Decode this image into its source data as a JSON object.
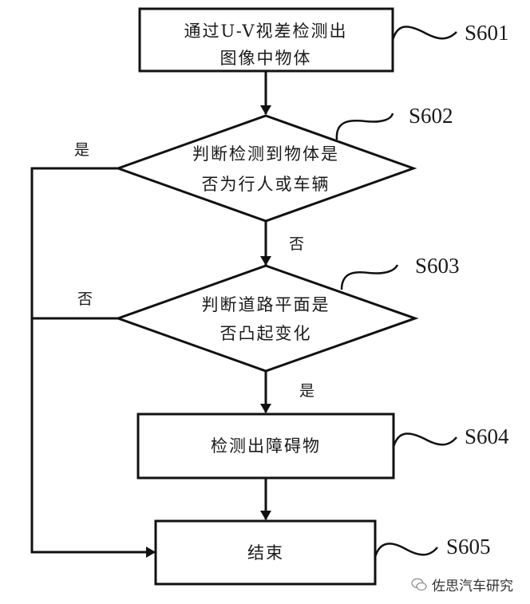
{
  "diagram": {
    "type": "flowchart",
    "nodes": [
      {
        "id": "S601",
        "shape": "process",
        "lines": [
          "通过U-V视差检测出",
          "图像中物体"
        ],
        "step_label": "S601"
      },
      {
        "id": "S602",
        "shape": "decision",
        "lines": [
          "判断检测到物体是",
          "否为行人或车辆"
        ],
        "step_label": "S602"
      },
      {
        "id": "S603",
        "shape": "decision",
        "lines": [
          "判断道路平面是",
          "否凸起变化"
        ],
        "step_label": "S603"
      },
      {
        "id": "S604",
        "shape": "process",
        "lines": [
          "检测出障碍物"
        ],
        "step_label": "S604"
      },
      {
        "id": "S605",
        "shape": "process",
        "lines": [
          "结束"
        ],
        "step_label": "S605"
      }
    ],
    "edges": [
      {
        "from": "S601",
        "to": "S602",
        "label": ""
      },
      {
        "from": "S602",
        "to": "S603",
        "label": "否"
      },
      {
        "from": "S602",
        "to": "S605",
        "label": "是"
      },
      {
        "from": "S603",
        "to": "S604",
        "label": "是"
      },
      {
        "from": "S603",
        "to": "S605",
        "label": "否"
      },
      {
        "from": "S604",
        "to": "S605",
        "label": ""
      }
    ]
  },
  "watermark": {
    "icon": "wechat-icon",
    "text": "佐思汽车研究"
  }
}
